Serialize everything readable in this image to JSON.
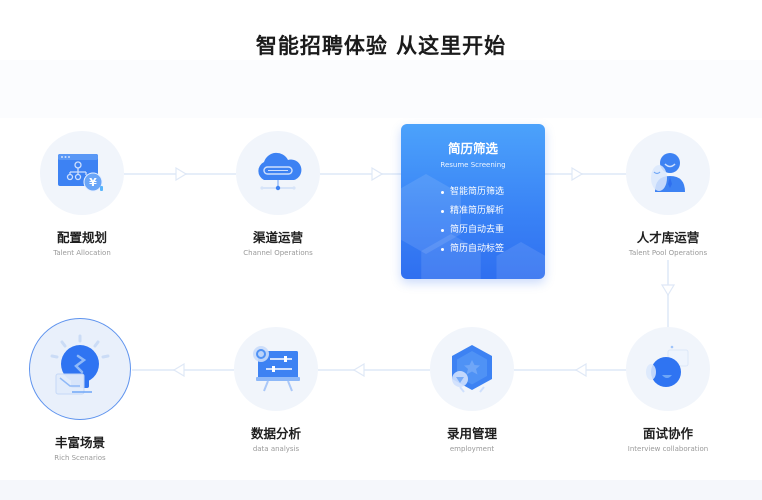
{
  "title": "智能招聘体验 从这里开始",
  "colors": {
    "accent": "#3a84f6",
    "card_top": "#4ca2fb",
    "card_bottom": "#2f6ff0",
    "circle_bg": "#f1f5fb",
    "connector": "#e6eef9"
  },
  "nodes": [
    {
      "cn": "配置规划",
      "en": "Talent Allocation",
      "icon": "org-chart-window-icon"
    },
    {
      "cn": "渠道运营",
      "en": "Channel Operations",
      "icon": "cloud-network-icon"
    },
    {
      "cn": "人才库运营",
      "en": "Talent Pool Operations",
      "icon": "user-profile-icon"
    },
    {
      "cn": "面试协作",
      "en": "Interview collaboration",
      "icon": "chat-bubble-icon"
    },
    {
      "cn": "录用管理",
      "en": "employment",
      "icon": "hexagon-badge-icon"
    },
    {
      "cn": "数据分析",
      "en": "data analysis",
      "icon": "presentation-board-icon"
    },
    {
      "cn": "丰富场景",
      "en": "Rich Scenarios",
      "icon": "lightbulb-icon"
    }
  ],
  "featured": {
    "cn": "简历筛选",
    "en": "Resume Screening",
    "items": [
      "智能简历筛选",
      "精准简历解析",
      "简历自动去重",
      "简历自动标签"
    ]
  }
}
